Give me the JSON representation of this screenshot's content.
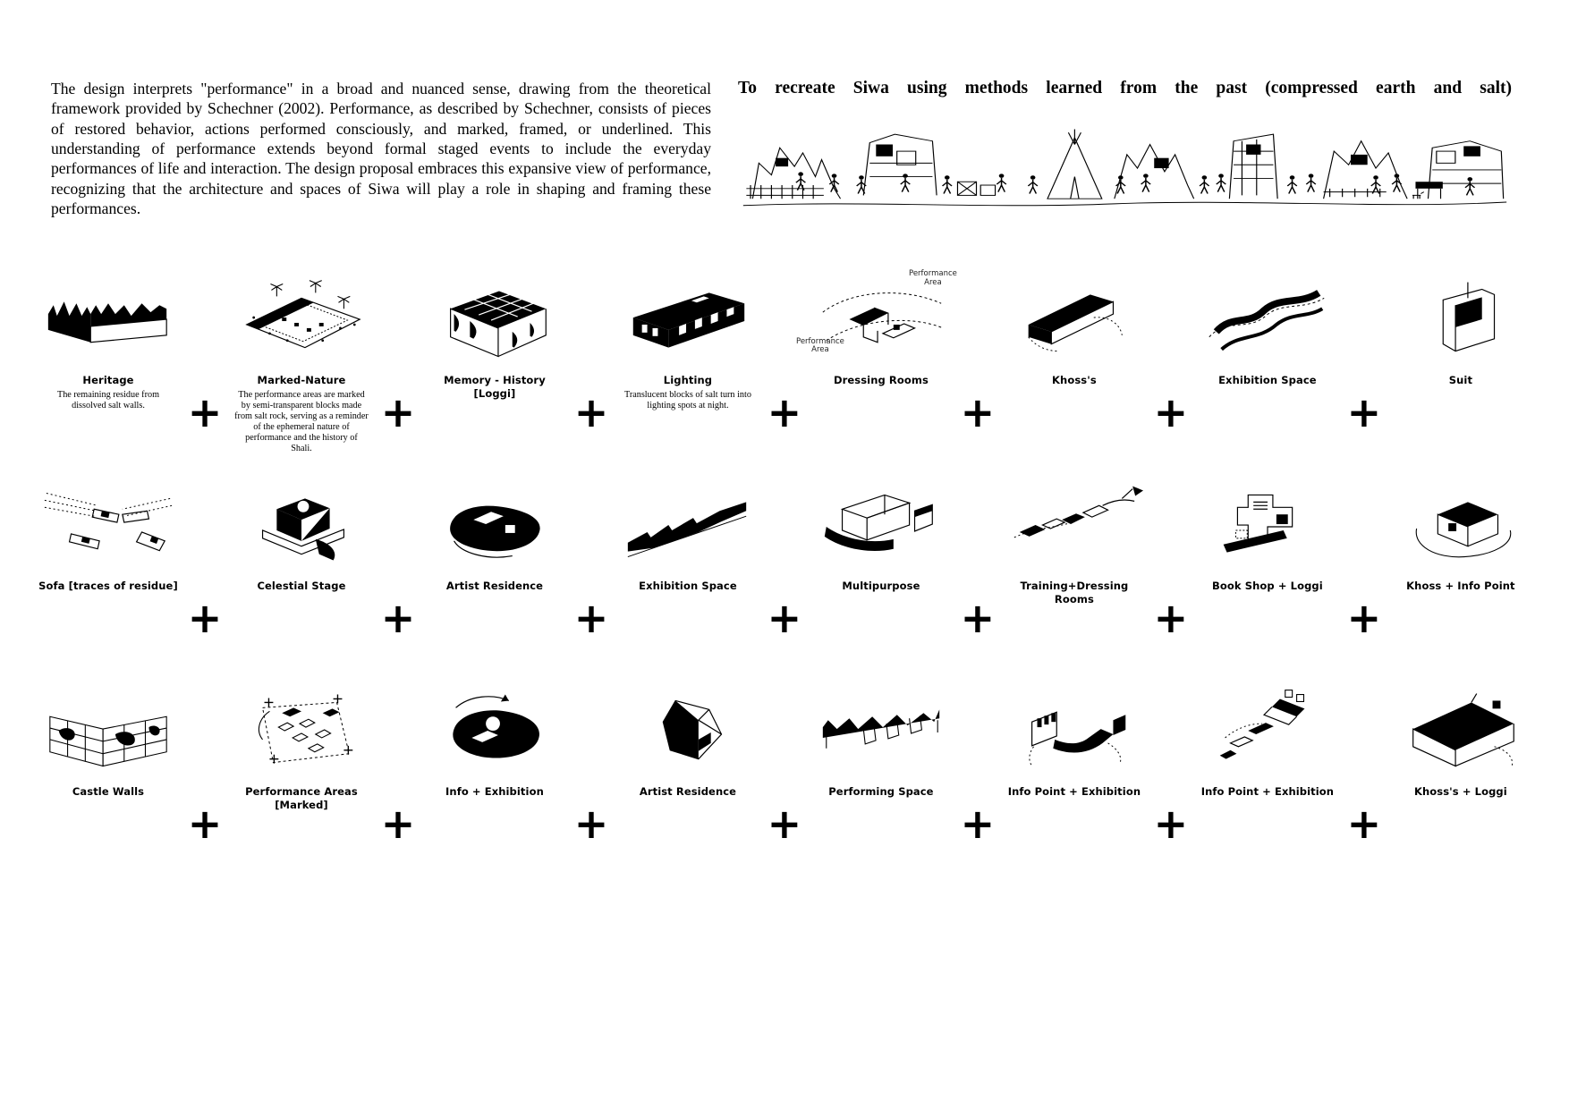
{
  "intro": {
    "text": "The design interprets \"performance\" in a broad and nuanced sense, drawing from the theoretical framework provided by Schechner (2002).  Performance, as described by Schechner, consists of pieces of restored behavior, actions performed consciously, and marked, framed, or underlined. This understanding of performance extends beyond formal staged events to include the everyday performances of life and interaction. The design proposal embraces this expansive view of performance, recognizing that the architecture and spaces of Siwa will play a role in shaping and framing these performances."
  },
  "banner": {
    "title": "To recreate Siwa using methods learned from the past (compressed earth and salt)"
  },
  "plus": "+",
  "rows": [
    {
      "items": [
        {
          "label": "Heritage",
          "caption": "The remaining residue from dissolved salt walls.",
          "icon": "heritage-axon-sketch"
        },
        {
          "label": "Marked-Nature",
          "caption": "The performance areas are marked by semi-transparent blocks made from salt rock, serving as a reminder of the ephemeral nature of performance and the history of Shali.",
          "icon": "marked-nature-axon-sketch"
        },
        {
          "label": "Memory - History [Loggi]",
          "icon": "memory-axon-sketch"
        },
        {
          "label": "Lighting",
          "caption": "Translucent blocks of salt turn into lighting spots at night.",
          "icon": "lighting-axon-sketch"
        },
        {
          "label": "Dressing Rooms",
          "icon": "dressing-rooms-axon-sketch",
          "annotations": [
            "Performance Area",
            "Performance Area"
          ]
        },
        {
          "label": "Khoss's",
          "icon": "khoss-axon-sketch"
        },
        {
          "label": "Exhibition Space",
          "icon": "exhibition-ribbon-axon-sketch"
        },
        {
          "label": "Suit",
          "icon": "suit-axon-sketch"
        }
      ]
    },
    {
      "items": [
        {
          "label": "Sofa [traces of residue]",
          "icon": "sofa-traces-axon-sketch"
        },
        {
          "label": "Celestial Stage",
          "icon": "celestial-stage-axon-sketch"
        },
        {
          "label": "Artist Residence",
          "icon": "artist-residence-axon-sketch"
        },
        {
          "label": "Exhibition Space",
          "icon": "exhibition-strip-axon-sketch"
        },
        {
          "label": "Multipurpose",
          "icon": "multipurpose-axon-sketch"
        },
        {
          "label": "Training+Dressing Rooms",
          "icon": "training-rooms-axon-sketch"
        },
        {
          "label": "Book Shop + Loggi",
          "icon": "bookshop-axon-sketch"
        },
        {
          "label": "Khoss + Info Point",
          "icon": "khoss-info-axon-sketch"
        }
      ]
    },
    {
      "items": [
        {
          "label": "Castle Walls",
          "icon": "castle-walls-axon-sketch"
        },
        {
          "label": "Performance Areas [Marked]",
          "icon": "performance-areas-axon-sketch"
        },
        {
          "label": "Info + Exhibition",
          "icon": "info-exhibition-axon-sketch"
        },
        {
          "label": "Artist Residence",
          "icon": "artist-residence2-axon-sketch"
        },
        {
          "label": "Performing Space",
          "icon": "performing-space-axon-sketch"
        },
        {
          "label": "Info Point + Exhibition",
          "icon": "infopoint-exhibition-a-axon-sketch"
        },
        {
          "label": "Info Point + Exhibition",
          "icon": "infopoint-exhibition-b-axon-sketch"
        },
        {
          "label": "Khoss's + Loggi",
          "icon": "khoss-loggi-axon-sketch"
        }
      ]
    }
  ]
}
